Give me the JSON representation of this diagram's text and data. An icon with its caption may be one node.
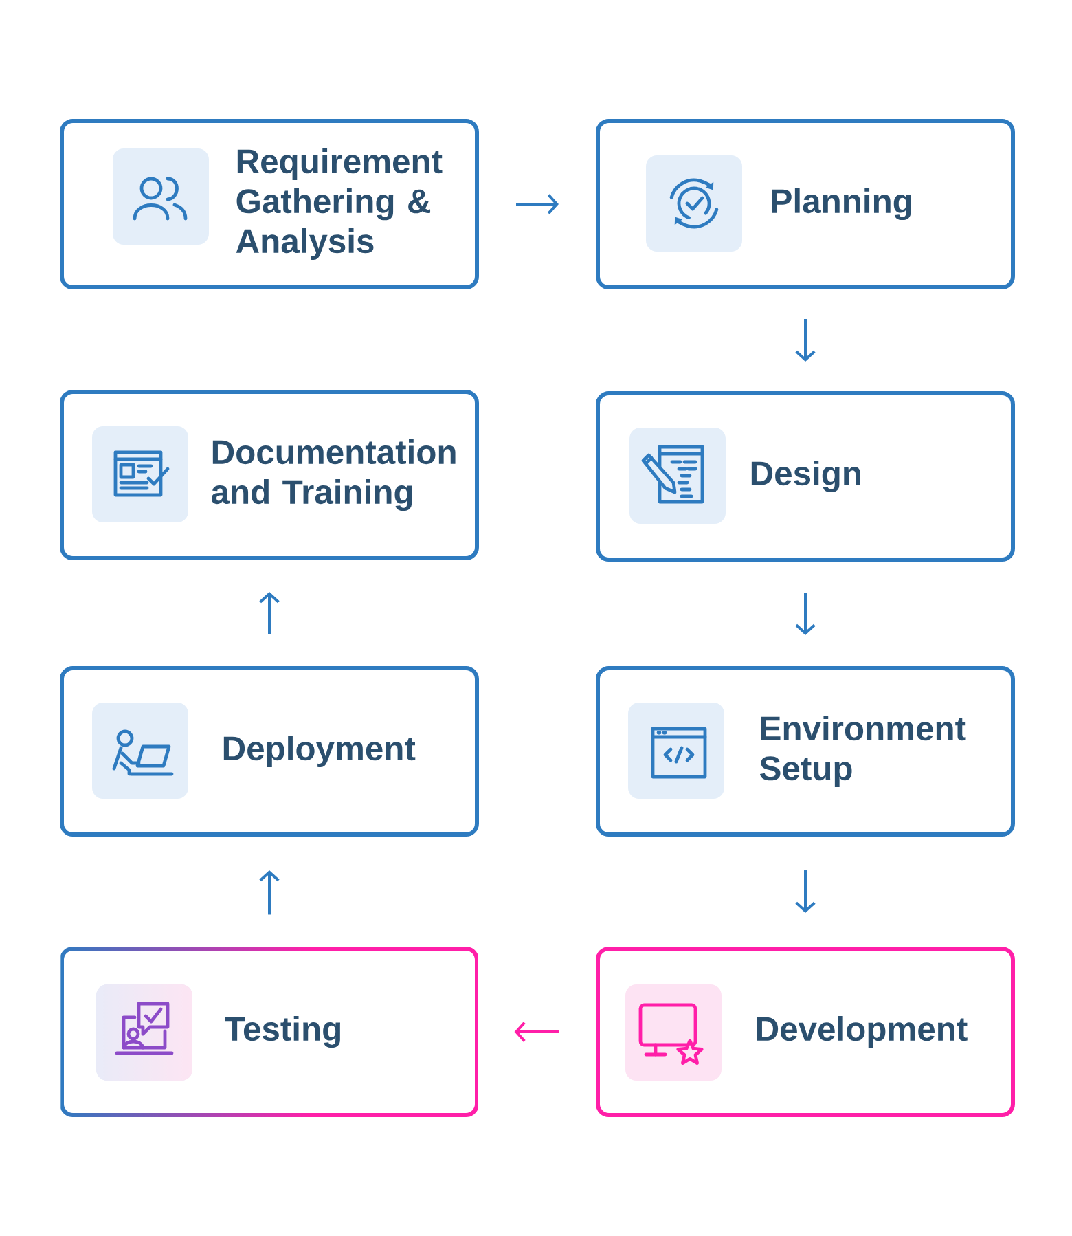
{
  "diagram": {
    "nodes": [
      {
        "text": [
          "Requirement Gathering & Analysis"
        ]
      },
      {
        "text": [
          "Planning"
        ]
      },
      {
        "text": [
          "Documentation and Training"
        ]
      },
      {
        "text": [
          "Design"
        ]
      },
      {
        "text": [
          "Deployment"
        ]
      },
      {
        "text": [
          "Environment Setup"
        ]
      },
      {
        "text": [
          "Testing"
        ]
      },
      {
        "text": [
          "Development"
        ]
      }
    ],
    "edges": [
      {
        "from": 0,
        "to": 1,
        "arrow": "to"
      },
      {
        "from": 1,
        "to": 3,
        "arrow": "to"
      },
      {
        "from": 3,
        "to": 5,
        "arrow": "to"
      },
      {
        "from": 5,
        "to": 7,
        "arrow": "to"
      },
      {
        "from": 7,
        "to": 6,
        "arrow": "to",
        "color": "#ff1fa8"
      },
      {
        "from": 6,
        "to": 4,
        "arrow": "to"
      },
      {
        "from": 4,
        "to": 2,
        "arrow": "to"
      }
    ]
  }
}
